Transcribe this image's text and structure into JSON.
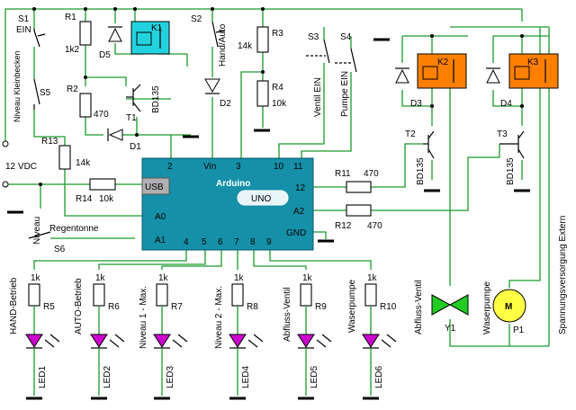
{
  "supply": {
    "label": "12 VDC"
  },
  "switches": {
    "s1": {
      "name": "S1",
      "function": "EIN"
    },
    "s2": {
      "name": "S2",
      "function": "Hand/Auto"
    },
    "s3": {
      "name": "S3",
      "function": "Ventil EIN"
    },
    "s4": {
      "name": "S4",
      "function": "Pumpe EIN"
    },
    "s5": {
      "name": "S5",
      "function": "Niveau Kleinbecken"
    },
    "s6": {
      "name": "S6",
      "function_top": "Regentonne",
      "function_side": "Niveau"
    }
  },
  "resistors": {
    "r1": {
      "name": "R1",
      "value": "1k2"
    },
    "r2": {
      "name": "R2",
      "value": "470"
    },
    "r3": {
      "name": "R3",
      "value": "14k"
    },
    "r4": {
      "name": "R4",
      "value": "10k"
    },
    "r5": {
      "name": "R5",
      "value": "1k"
    },
    "r6": {
      "name": "R6",
      "value": "1k"
    },
    "r7": {
      "name": "R7",
      "value": "1k"
    },
    "r8": {
      "name": "R8",
      "value": "1k"
    },
    "r9": {
      "name": "R9",
      "value": "1k"
    },
    "r10": {
      "name": "R10",
      "value": "1k"
    },
    "r11": {
      "name": "R11",
      "value": "470"
    },
    "r12": {
      "name": "R12",
      "value": "470"
    },
    "r13": {
      "name": "R13",
      "value": "14k"
    },
    "r14": {
      "name": "R14",
      "value": "10k"
    }
  },
  "diodes": {
    "d1": "D1",
    "d2": "D2",
    "d3": "D3",
    "d4": "D4",
    "d5": "D5"
  },
  "relays": {
    "k1": "K1",
    "k2": "K2",
    "k3": "K3"
  },
  "transistors": {
    "t1": {
      "name": "T1",
      "type": "BD135"
    },
    "t2": {
      "name": "T2",
      "type": "BD135"
    },
    "t3": {
      "name": "T3",
      "type": "BD135"
    }
  },
  "arduino": {
    "name": "Arduino",
    "model": "UNO",
    "usb": "USB",
    "pins_top": [
      "2",
      "Vin",
      "3",
      "10",
      "11"
    ],
    "pins_right": [
      "12",
      "A2",
      "GND"
    ],
    "pins_left": [
      "A0",
      "A1"
    ],
    "pins_bottom": [
      "4",
      "5",
      "6",
      "7",
      "8",
      "9"
    ]
  },
  "leds": [
    {
      "name": "LED1",
      "label": "HAND-Betrieb"
    },
    {
      "name": "LED2",
      "label": "AUTO-Betrieb"
    },
    {
      "name": "LED3",
      "label": "Niveau 1 - Max."
    },
    {
      "name": "LED4",
      "label": "Niveau 2 - Max."
    },
    {
      "name": "LED5",
      "label": "Abfluss-Ventil"
    },
    {
      "name": "LED6",
      "label": "Waserpumpe"
    }
  ],
  "loads": {
    "y1": {
      "name": "Y1",
      "label": "Abfluss-Ventil"
    },
    "p1": {
      "name": "P1",
      "label": "Waserpumpe",
      "symbol": "M"
    },
    "external": "Spannungsversorgung Extern"
  },
  "colors": {
    "wire": "#1a9a2a",
    "relay_k1": "#22d3df",
    "relay_k2k3": "#ff8000",
    "arduino_board": "#1590a8",
    "led": "#cc00cc",
    "valve": "#22cc22",
    "motor": "#ffff44"
  }
}
